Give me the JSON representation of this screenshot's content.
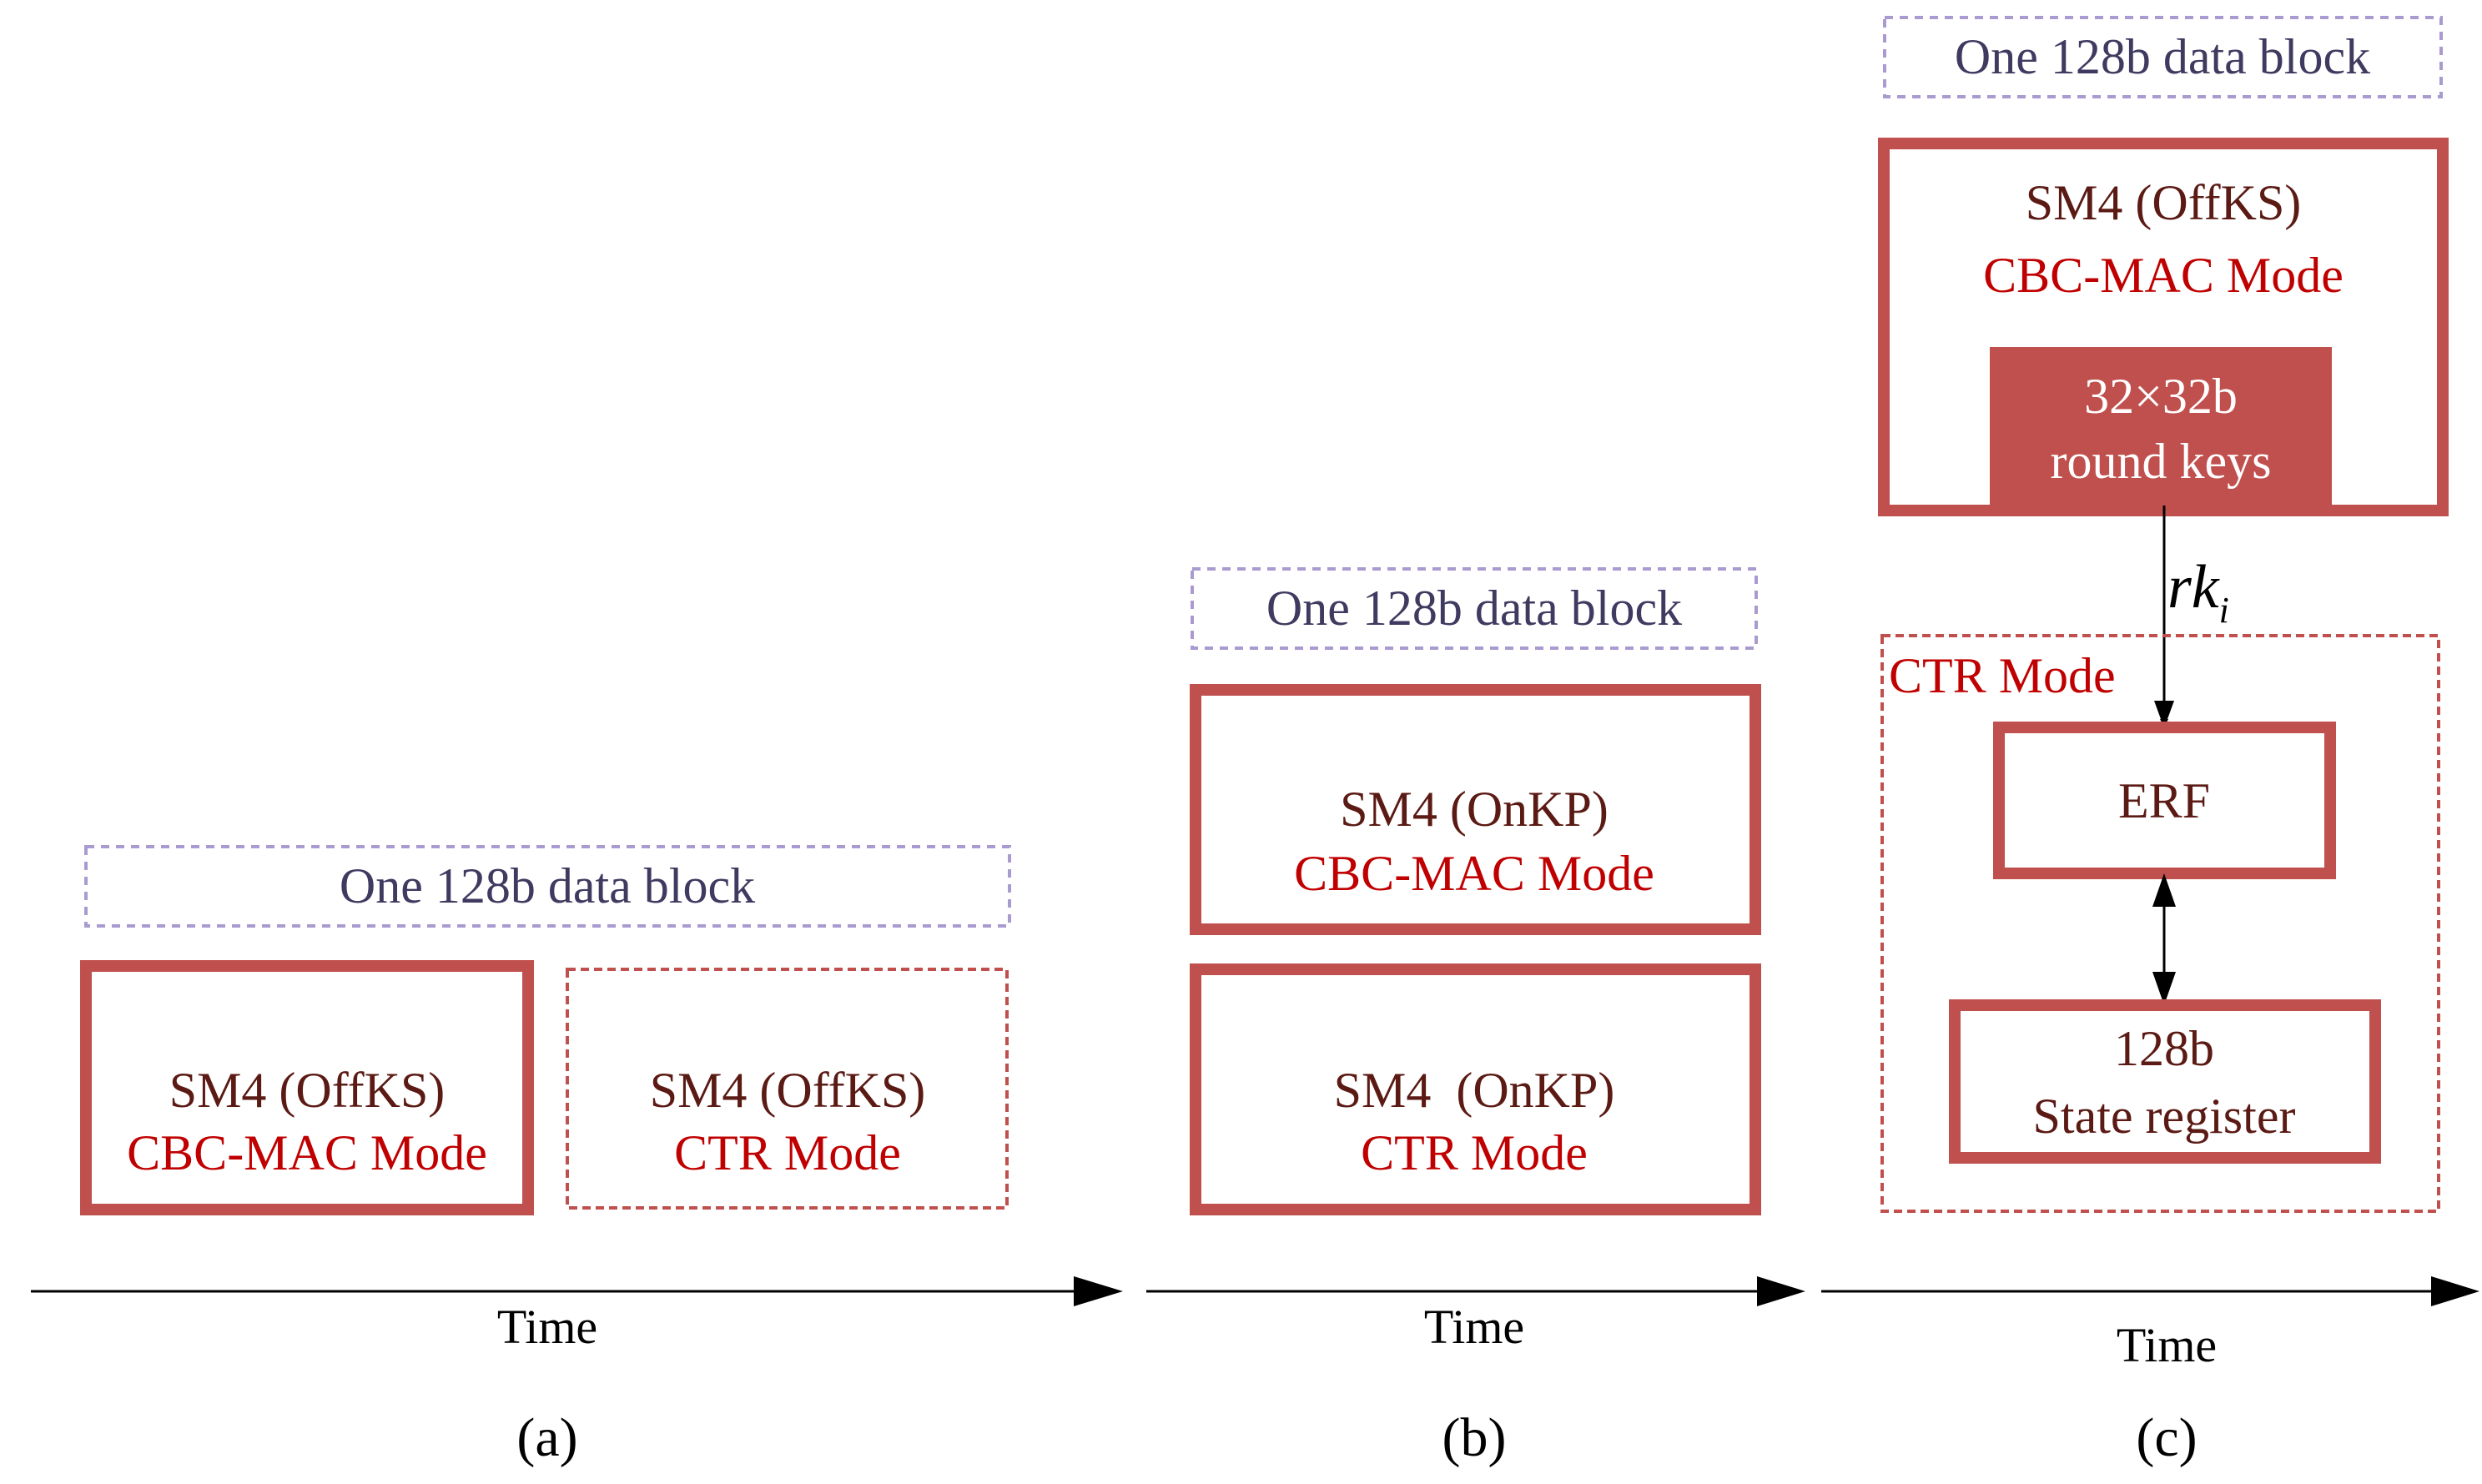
{
  "colors": {
    "box_stroke": "#c0504d",
    "dash_stroke": "#c0504d",
    "header_stroke": "#a99bd0",
    "header_text": "#3f3a60",
    "title_text": "#5b1a14",
    "mode_text": "#c00000",
    "key_fill": "#c0504d",
    "key_text": "#ffffff",
    "axis": "#000000"
  },
  "panels": {
    "a": {
      "header": "One 128b data block",
      "block1": {
        "line1": "SM4 (OffKS)",
        "line2": "CBC-MAC Mode"
      },
      "block2": {
        "line1": "SM4 (OffKS)",
        "line2": "CTR Mode"
      },
      "axis_label": "Time",
      "caption": "(a)"
    },
    "b": {
      "header": "One 128b data block",
      "block1": {
        "line1": "SM4 (OnKP)",
        "line2": "CBC-MAC Mode"
      },
      "block2": {
        "line1": "SM4  (OnKP)",
        "line2": "CTR Mode"
      },
      "axis_label": "Time",
      "caption": "(b)"
    },
    "c": {
      "header": "One 128b data block",
      "block1": {
        "line1": "SM4 (OffKS)",
        "line2": "CBC-MAC Mode"
      },
      "keys": {
        "line1": "32×32b",
        "line2": "round keys"
      },
      "rk_main": "rk",
      "rk_sub": "i",
      "ctr_label": "CTR Mode",
      "erf": "ERF",
      "state": {
        "line1": "128b",
        "line2": "State register"
      },
      "axis_label": "Time",
      "caption": "(c)"
    }
  }
}
